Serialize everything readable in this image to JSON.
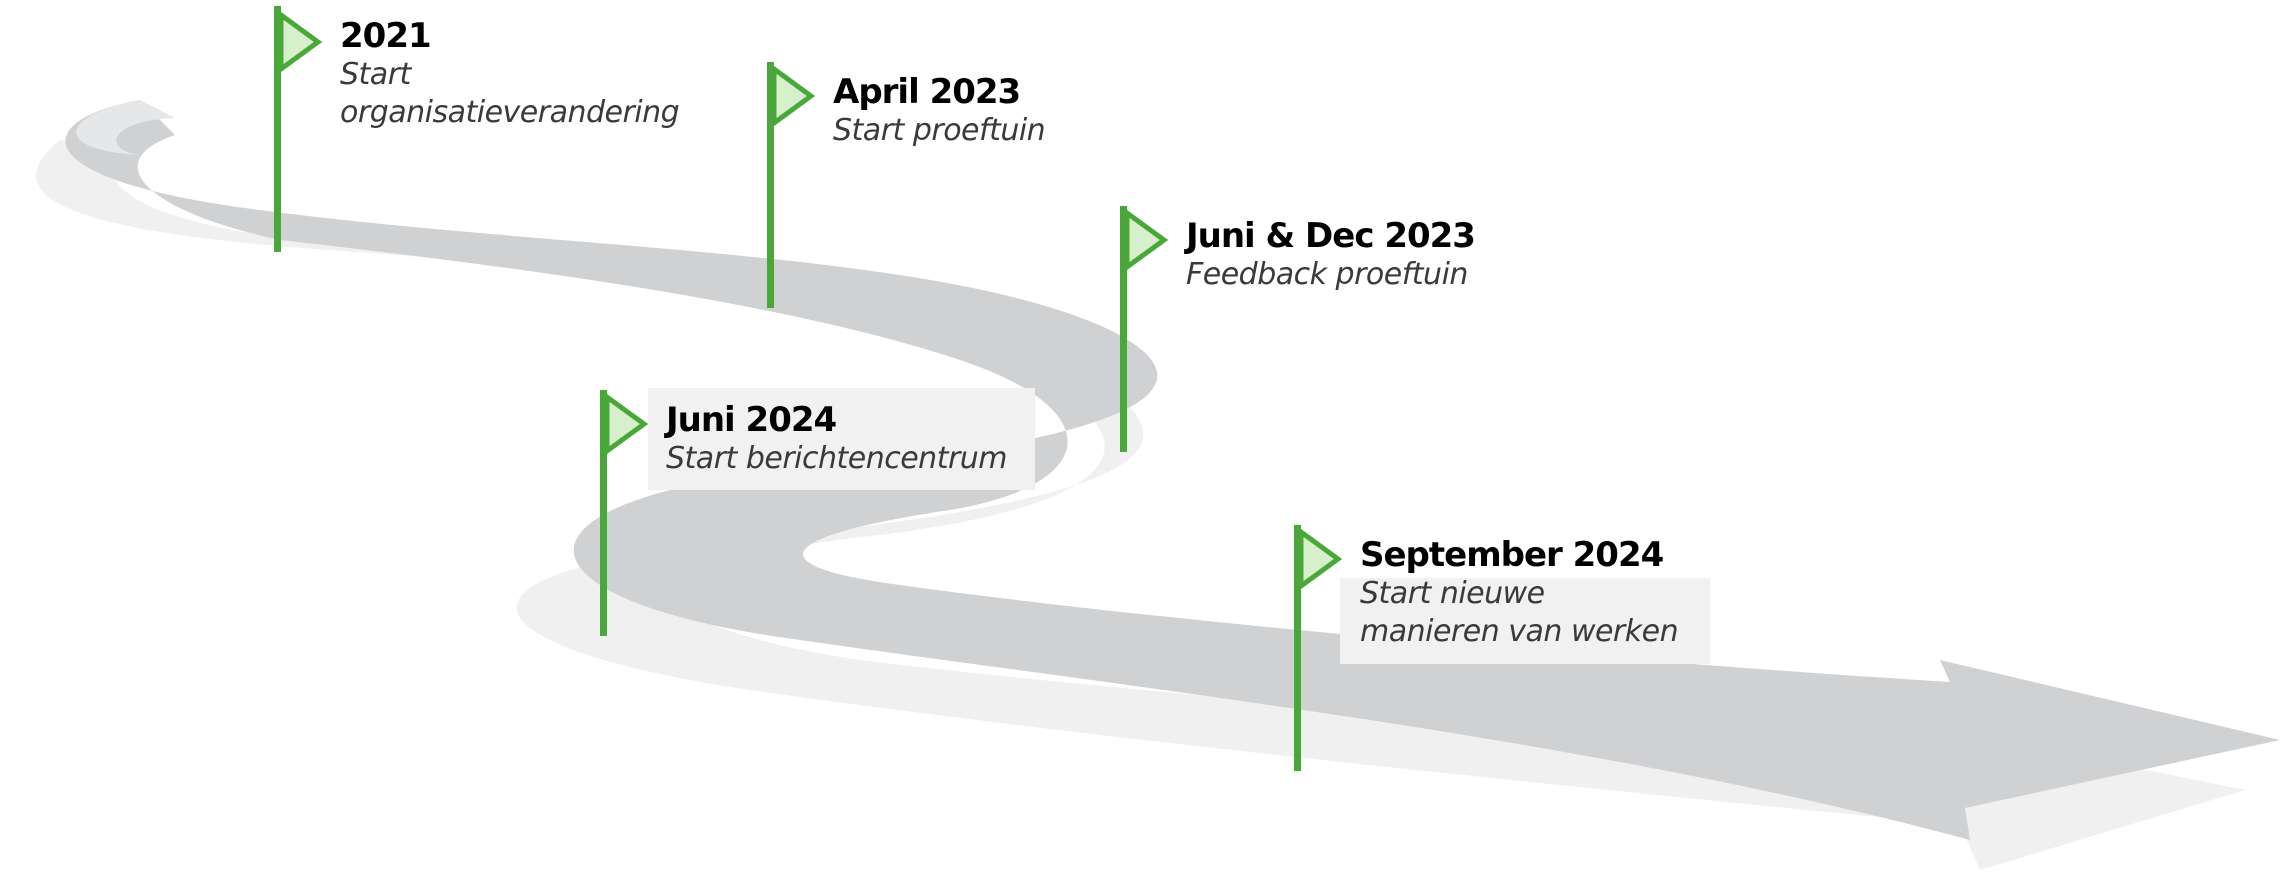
{
  "colors": {
    "pole": "#4aa83a",
    "flag_fill": "#d6f0cc",
    "flag_stroke": "#4aa83a",
    "road": "#d0d1d3",
    "road_shadow": "#f0f0f0"
  },
  "milestones": [
    {
      "date": "2021",
      "description": "Start organisatieverandering"
    },
    {
      "date": "April 2023",
      "description": "Start proeftuin"
    },
    {
      "date": "Juni & Dec 2023",
      "description": "Feedback proeftuin"
    },
    {
      "date": "Juni 2024",
      "description": "Start berichtencentrum"
    },
    {
      "date": "September 2024",
      "description": "Start nieuwe manieren van werken"
    }
  ],
  "icons": {
    "flag": "flag-icon"
  }
}
